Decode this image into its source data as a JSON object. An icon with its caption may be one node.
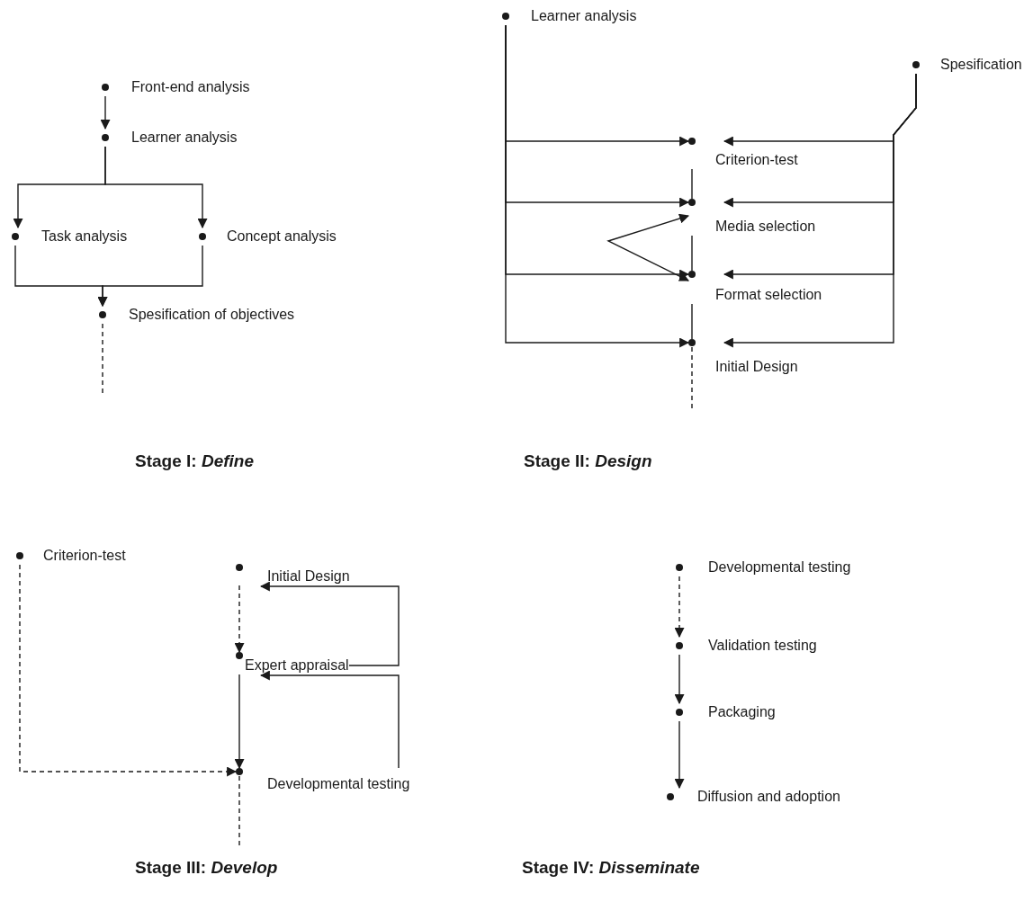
{
  "diagram": {
    "nodes": [
      {
        "text": [
          "Front-end analysis"
        ]
      },
      {
        "text": [
          "Learner analysis"
        ]
      },
      {
        "text": [
          "Task analysis"
        ]
      },
      {
        "text": [
          "Concept analysis"
        ]
      },
      {
        "text": [
          "Spesification of objectives"
        ]
      },
      {
        "text": [
          "Learner analysis"
        ]
      },
      {
        "text": [
          "Spesification"
        ]
      },
      {
        "text": [
          "Criterion-test"
        ]
      },
      {
        "text": [
          "Media selection"
        ]
      },
      {
        "text": [
          "Format selection"
        ]
      },
      {
        "text": [
          "Initial Design"
        ]
      },
      {
        "text": [
          "Criterion-test"
        ]
      },
      {
        "text": [
          "Initial Design"
        ]
      },
      {
        "text": [
          "Expert appraisal"
        ]
      },
      {
        "text": [
          "Developmental testing"
        ]
      },
      {
        "text": [
          "Developmental testing"
        ]
      },
      {
        "text": [
          "Validation testing"
        ]
      },
      {
        "text": [
          "Packaging"
        ]
      },
      {
        "text": [
          "Diffusion and adoption"
        ]
      }
    ],
    "edges": [
      {
        "from": 0,
        "to": 1,
        "arrow": "to"
      },
      {
        "from": 1,
        "to": 2,
        "arrow": "to"
      },
      {
        "from": 1,
        "to": 3,
        "arrow": "to"
      },
      {
        "from": 2,
        "to": 4,
        "arrow": "to"
      },
      {
        "from": 3,
        "to": 4,
        "arrow": "to"
      },
      {
        "from": 4,
        "to": null,
        "arrow": "none",
        "style": "dashed"
      },
      {
        "from": 5,
        "to": 7,
        "arrow": "to"
      },
      {
        "from": 5,
        "to": 8,
        "arrow": "to"
      },
      {
        "from": 5,
        "to": 9,
        "arrow": "to"
      },
      {
        "from": 5,
        "to": 10,
        "arrow": "to"
      },
      {
        "from": 6,
        "to": 7,
        "arrow": "to"
      },
      {
        "from": 6,
        "to": 8,
        "arrow": "to"
      },
      {
        "from": 6,
        "to": 9,
        "arrow": "to"
      },
      {
        "from": 6,
        "to": 10,
        "arrow": "to"
      },
      {
        "from": 7,
        "to": 8,
        "arrow": "none"
      },
      {
        "from": 8,
        "to": 9,
        "arrow": "none"
      },
      {
        "from": 9,
        "to": 10,
        "arrow": "none"
      },
      {
        "from": 8,
        "to": 9,
        "arrow": "both"
      },
      {
        "from": 10,
        "to": null,
        "arrow": "none",
        "style": "dashed"
      },
      {
        "from": 11,
        "to": 14,
        "arrow": "to",
        "style": "dashed"
      },
      {
        "from": 12,
        "to": 13,
        "arrow": "to",
        "style": "dashed"
      },
      {
        "from": 13,
        "to": 12,
        "arrow": "to"
      },
      {
        "from": 13,
        "to": 14,
        "arrow": "to"
      },
      {
        "from": 14,
        "to": 13,
        "arrow": "to"
      },
      {
        "from": 14,
        "to": null,
        "arrow": "none",
        "style": "dashed"
      },
      {
        "from": 15,
        "to": 16,
        "arrow": "to",
        "style": "dashed"
      },
      {
        "from": 16,
        "to": 17,
        "arrow": "to"
      },
      {
        "from": 17,
        "to": 18,
        "arrow": "to"
      }
    ],
    "labels": [
      "Stage I: *Define*",
      "Stage II: *Design*",
      "Stage III: *Develop*",
      "Stage IV: *Disseminate*"
    ]
  }
}
